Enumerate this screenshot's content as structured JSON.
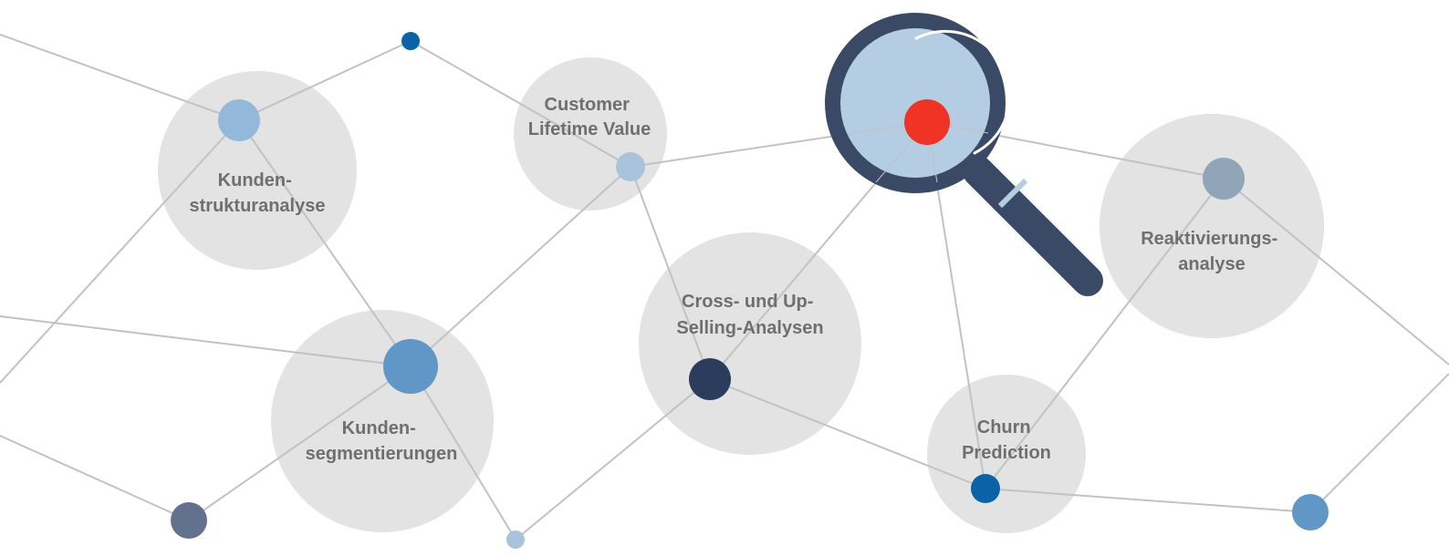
{
  "colors": {
    "background": "#ffffff",
    "bubble": "#e3e3e4",
    "edge": "#c2c2c2",
    "label": "#6f6f6f",
    "magnifier_frame": "#3a4a66",
    "magnifier_lens": "#b4cde2",
    "magnifier_focus": "#ef3324",
    "node_light": "#94b8da",
    "node_pale": "#a9c3dc",
    "node_mid": "#6097c6",
    "node_navy": "#2c3c5c",
    "node_blue": "#0b63a5",
    "node_slate": "#62728e",
    "node_gray": "#91a5b9"
  },
  "topics": [
    {
      "id": "kundenstrukturanalyse",
      "lines": [
        "Kunden-",
        "strukturanalyse"
      ]
    },
    {
      "id": "customer-lifetime-value",
      "lines": [
        "Customer",
        "Lifetime Value"
      ]
    },
    {
      "id": "kundensegmentierungen",
      "lines": [
        "Kunden-",
        "segmentierungen"
      ]
    },
    {
      "id": "cross-und-upselling",
      "lines": [
        "Cross- und Up-",
        "Selling-Analysen"
      ]
    },
    {
      "id": "churn-prediction",
      "lines": [
        "Churn",
        "Prediction"
      ]
    },
    {
      "id": "reaktivierungsanalyse",
      "lines": [
        "Reaktivierungs-",
        "analyse"
      ]
    }
  ],
  "icons": {
    "magnifier": "magnifying-glass-icon"
  }
}
